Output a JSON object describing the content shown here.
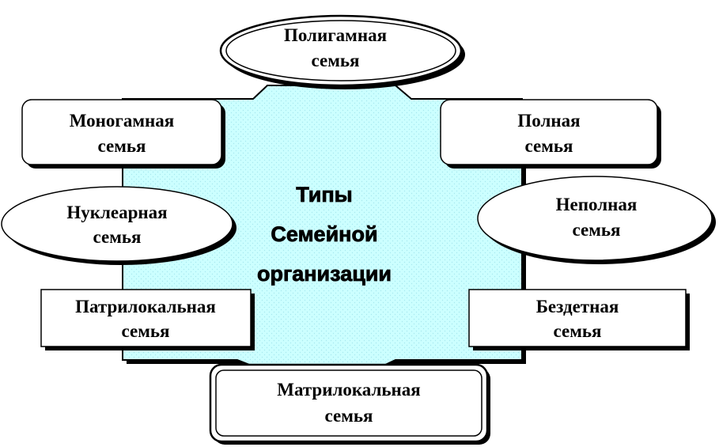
{
  "center": {
    "lines": [
      "Типы",
      "Семейной",
      "организации"
    ],
    "fill_color": "#ccffff"
  },
  "nodes": {
    "polygamous": {
      "line1": "Полигамная",
      "line2": "семья"
    },
    "monogamous": {
      "line1": "Моногамная",
      "line2": "семья"
    },
    "complete": {
      "line1": "Полная",
      "line2": "семья"
    },
    "nuclear": {
      "line1": "Нуклеарная",
      "line2": "семья"
    },
    "incomplete": {
      "line1": "Неполная",
      "line2": "семья"
    },
    "patrilocal": {
      "line1": "Патрилокальная",
      "line2": "семья"
    },
    "childless": {
      "line1": "Бездетная",
      "line2": "семья"
    },
    "matrilocal": {
      "line1": "Матрилокальная",
      "line2": "семья"
    }
  }
}
